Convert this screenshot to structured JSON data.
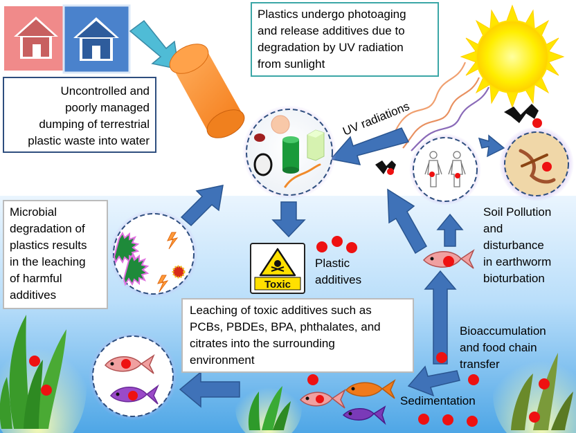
{
  "text_boxes": {
    "dumping": [
      "Uncontrolled and",
      "poorly managed",
      "dumping of terrestrial",
      "plastic waste into water"
    ],
    "photoaging": [
      "Plastics undergo photoaging",
      "and release additives due to",
      "degradation by UV radiation",
      "from sunlight"
    ],
    "microbial": [
      "Microbial",
      "degradation of",
      "plastics results",
      "in the leaching",
      "of harmful",
      "additives"
    ],
    "leaching": [
      "Leaching of toxic additives such as",
      "PCBs, PBDEs, BPA, phthalates, and",
      "citrates into the surrounding",
      "environment"
    ]
  },
  "labels": {
    "uv_radiations": "UV radiations",
    "plastic_additives": [
      "Plastic",
      "additives"
    ],
    "soil_pollution": [
      "Soil Pollution",
      "and",
      "disturbance",
      "in earthworm",
      "bioturbation"
    ],
    "bioaccumulation": [
      "Bioaccumulation",
      "and food chain",
      "transfer"
    ],
    "sedimentation": "Sedimentation",
    "toxic_sign": "Toxic"
  },
  "colors": {
    "water_top": "#e4f2fd",
    "water_bottom": "#4fa8e8",
    "arrow_blue": "#3f72b8",
    "additive_red": "#ee1111",
    "box_border_teal": "#3aa6a6",
    "box_border_navy": "#2e4e7e",
    "sun_yellow": "#ffe600"
  }
}
